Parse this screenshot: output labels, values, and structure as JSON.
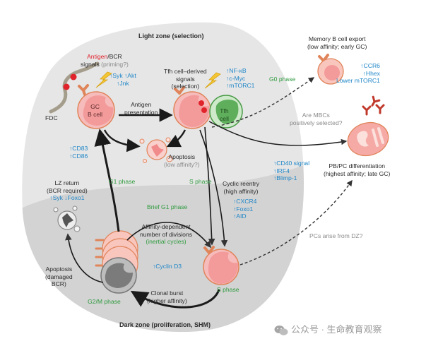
{
  "zones": {
    "light": "Light zone (selection)",
    "dark": "Dark zone (proliferation, SHM)"
  },
  "fdc": "FDC",
  "gc_b_cell": {
    "line1": "GC",
    "line2": "B cell"
  },
  "antigen_bcr": {
    "antigen": "Antigen",
    "rest": "/BCR",
    "line2_a": "signals",
    "line2_b": "(priming?)"
  },
  "bcr_signals": {
    "line1": "↑Syk ↑Akt",
    "line2": "↑Jnk"
  },
  "antigen_presentation": {
    "line1": "Antigen",
    "line2": "presentation"
  },
  "tfh_signals": {
    "line1": "Tfh cell–derived",
    "line2": "signals",
    "line3": "(selection)"
  },
  "tfh_markers": [
    "↑NF-κB",
    "↑c-Myc",
    "↑mTORC1"
  ],
  "tfh_cell": {
    "line1": "Tfh",
    "line2": "cell"
  },
  "g0_phase": "G0 phase",
  "memory": {
    "line1": "Memory B cell export",
    "line2": "(low affinity; early GC)",
    "markers": [
      "↑CCR6",
      "↑Hhex",
      "Lower mTORC1"
    ]
  },
  "mbc_question": {
    "line1": "Are MBCs",
    "line2": "positively selected?"
  },
  "pbpc": {
    "line1": "PB/PC differentiation",
    "line2": "(highest affinity; late GC)"
  },
  "pc_markers": [
    "↑CD40 signal",
    "↑IRF4",
    "↑Blimp-1"
  ],
  "apoptosis_lz": {
    "line1": "Apoptosis",
    "line2": "(low affinity?)"
  },
  "cd_markers": [
    "↑CD83",
    "↑CD86"
  ],
  "g1_phase": "G1 phase",
  "s_phase_lz": "S phase",
  "cyclic_reentry": {
    "line1": "Cyclic reentry",
    "line2": "(high affinity)",
    "markers": [
      "↑CXCR4",
      "↑Foxo1",
      "↑AID"
    ]
  },
  "lz_return": {
    "line1": "LZ return",
    "line2": "(BCR required)",
    "line3": "↑Syk ↓Foxo1"
  },
  "brief_g1": "Brief G1 phase",
  "affinity_divisions": {
    "line1": "Affinity-dependent",
    "line2": "number of divisions",
    "line3": "(inertial cycles)"
  },
  "cyclin": "↑Cyclin D3",
  "apoptosis_dz": {
    "line1": "Apoptosis",
    "line2": "(damaged",
    "line3": "BCR)"
  },
  "clonal_burst": {
    "line1": "Clonal burst",
    "line2": "(higher affinity)"
  },
  "g2m_phase": "G2/M phase",
  "s_phase_dz": "S phase",
  "pcs_dz": "PCs arise from DZ?",
  "watermark": "公众号 · 生命教育观察",
  "colors": {
    "light_zone": "#e4e4e4",
    "dark_zone": "#d2d2d2",
    "cell_fill": "#f6a3a3",
    "cell_border": "#e0845a",
    "tfh_fill": "#6cbf6a",
    "antigen_red": "#e0232b",
    "marker_blue": "#1f86c8",
    "phase_green": "#2f9a3e"
  }
}
